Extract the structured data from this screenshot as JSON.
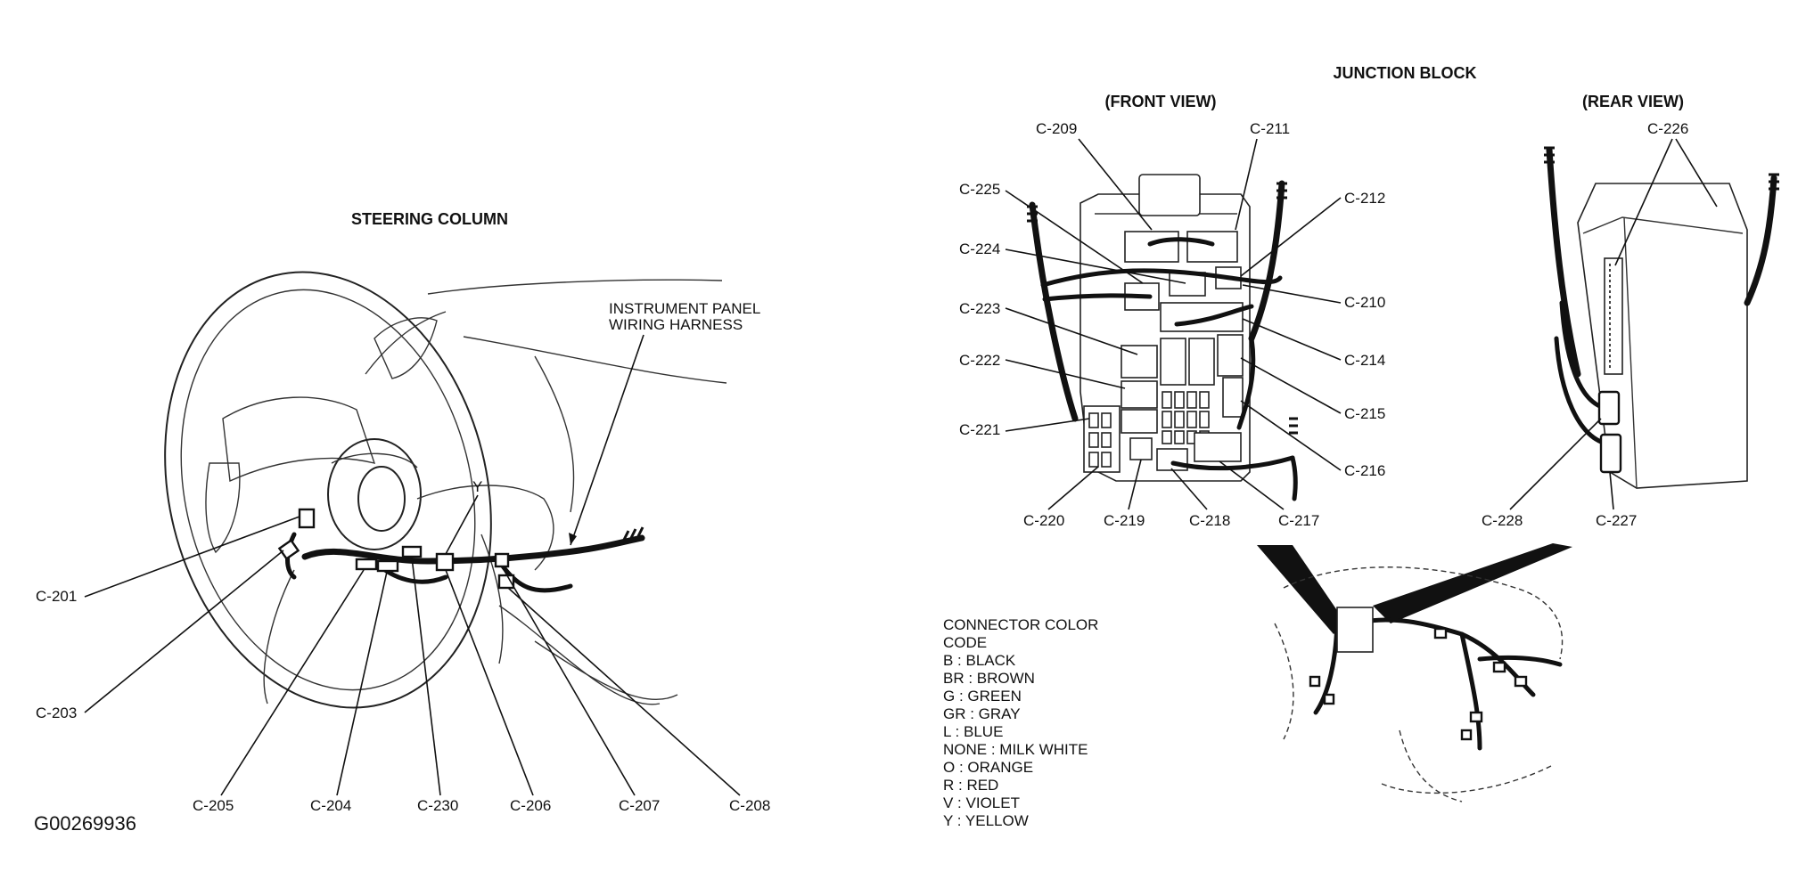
{
  "titles": {
    "steering_column": "STEERING COLUMN",
    "junction_block": "JUNCTION BLOCK",
    "front_view": "(FRONT VIEW)",
    "rear_view": "(REAR VIEW)"
  },
  "harness_label": [
    "INSTRUMENT PANEL",
    "WIRING HARNESS"
  ],
  "wire_color_marker": "Y",
  "steering_connectors": [
    "C-201",
    "C-203",
    "C-205",
    "C-204",
    "C-230",
    "C-206",
    "C-207",
    "C-208"
  ],
  "front_view_connectors": [
    "C-209",
    "C-211",
    "C-225",
    "C-212",
    "C-224",
    "C-210",
    "C-223",
    "C-214",
    "C-222",
    "C-215",
    "C-221",
    "C-216",
    "C-220",
    "C-219",
    "C-218",
    "C-217"
  ],
  "rear_view_connectors": [
    "C-226",
    "C-228",
    "C-227"
  ],
  "legend": {
    "title": [
      "CONNECTOR COLOR",
      "CODE"
    ],
    "items": [
      "B : BLACK",
      "BR : BROWN",
      "G : GREEN",
      "GR : GRAY",
      "L : BLUE",
      "NONE : MILK WHITE",
      "O : ORANGE",
      "R : RED",
      "V : VIOLET",
      "Y : YELLOW"
    ]
  },
  "figure_id": "G00269936"
}
